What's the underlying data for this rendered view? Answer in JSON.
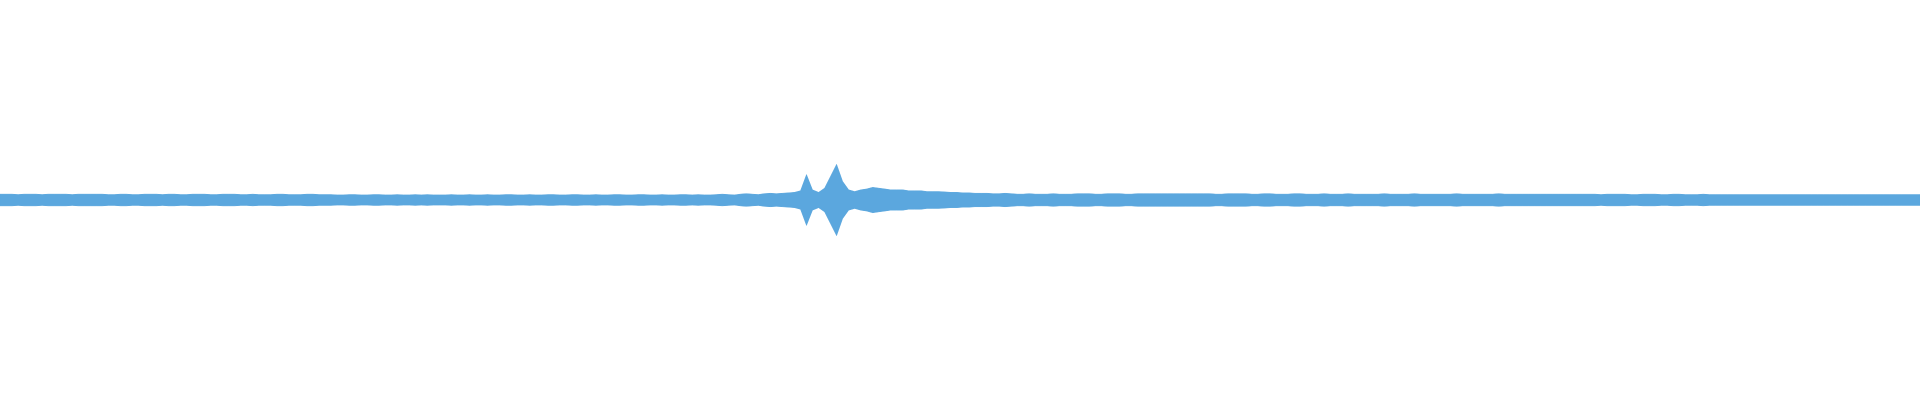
{
  "chart_data": {
    "type": "area",
    "title": "",
    "xlabel": "",
    "ylabel": "",
    "ylim": [
      -1,
      1
    ],
    "grid": false,
    "legend": "none",
    "color": "#5ba7de",
    "background": "#ffffff",
    "series": [
      {
        "envelope": [
          0.07,
          0.07,
          0.07,
          0.065,
          0.07,
          0.07,
          0.07,
          0.065,
          0.07,
          0.07,
          0.07,
          0.07,
          0.065,
          0.07,
          0.07,
          0.07,
          0.07,
          0.07,
          0.065,
          0.065,
          0.07,
          0.07,
          0.065,
          0.065,
          0.07,
          0.07,
          0.07,
          0.065,
          0.07,
          0.07,
          0.065,
          0.065,
          0.07,
          0.07,
          0.07,
          0.065,
          0.065,
          0.07,
          0.07,
          0.07,
          0.065,
          0.065,
          0.07,
          0.065,
          0.065,
          0.065,
          0.07,
          0.07,
          0.065,
          0.065,
          0.065,
          0.07,
          0.07,
          0.065,
          0.065,
          0.065,
          0.06,
          0.06,
          0.065,
          0.065,
          0.06,
          0.06,
          0.065,
          0.065,
          0.06,
          0.06,
          0.065,
          0.06,
          0.06,
          0.065,
          0.06,
          0.065,
          0.06,
          0.06,
          0.06,
          0.065,
          0.06,
          0.06,
          0.065,
          0.06,
          0.06,
          0.065,
          0.06,
          0.06,
          0.065,
          0.065,
          0.06,
          0.06,
          0.065,
          0.06,
          0.06,
          0.065,
          0.065,
          0.06,
          0.06,
          0.065,
          0.065,
          0.06,
          0.06,
          0.065,
          0.06,
          0.06,
          0.065,
          0.065,
          0.06,
          0.06,
          0.065,
          0.065,
          0.06,
          0.06,
          0.065,
          0.06,
          0.06,
          0.065,
          0.065,
          0.06,
          0.065,
          0.06,
          0.06,
          0.065,
          0.07,
          0.065,
          0.06,
          0.07,
          0.075,
          0.07,
          0.065,
          0.075,
          0.08,
          0.075,
          0.08,
          0.085,
          0.09,
          0.11,
          0.3,
          0.12,
          0.09,
          0.14,
          0.28,
          0.42,
          0.22,
          0.12,
          0.1,
          0.12,
          0.13,
          0.15,
          0.14,
          0.13,
          0.12,
          0.12,
          0.12,
          0.11,
          0.11,
          0.11,
          0.1,
          0.1,
          0.1,
          0.095,
          0.09,
          0.09,
          0.085,
          0.085,
          0.08,
          0.08,
          0.08,
          0.075,
          0.075,
          0.08,
          0.075,
          0.07,
          0.07,
          0.075,
          0.07,
          0.07,
          0.07,
          0.075,
          0.07,
          0.07,
          0.07,
          0.075,
          0.075,
          0.075,
          0.07,
          0.07,
          0.075,
          0.075,
          0.075,
          0.07,
          0.07,
          0.075,
          0.075,
          0.075,
          0.075,
          0.075,
          0.075,
          0.075,
          0.075,
          0.075,
          0.075,
          0.075,
          0.075,
          0.075,
          0.07,
          0.07,
          0.075,
          0.075,
          0.075,
          0.075,
          0.07,
          0.07,
          0.075,
          0.075,
          0.07,
          0.07,
          0.07,
          0.075,
          0.075,
          0.07,
          0.07,
          0.07,
          0.075,
          0.07,
          0.07,
          0.07,
          0.075,
          0.07,
          0.07,
          0.07,
          0.07,
          0.07,
          0.075,
          0.07,
          0.07,
          0.07,
          0.07,
          0.075,
          0.07,
          0.07,
          0.07,
          0.07,
          0.07,
          0.07,
          0.075,
          0.07,
          0.07,
          0.07,
          0.07,
          0.07,
          0.07,
          0.075,
          0.07,
          0.07,
          0.07,
          0.07,
          0.07,
          0.07,
          0.07,
          0.07,
          0.07,
          0.07,
          0.07,
          0.07,
          0.07,
          0.07,
          0.07,
          0.07,
          0.065,
          0.07,
          0.07,
          0.07,
          0.07,
          0.065,
          0.065,
          0.07,
          0.07,
          0.07,
          0.065,
          0.065,
          0.07,
          0.07,
          0.065,
          0.065,
          0.065,
          0.07,
          0.065,
          0.065,
          0.065,
          0.065,
          0.065,
          0.065,
          0.065,
          0.065,
          0.065,
          0.065,
          0.065,
          0.065,
          0.065,
          0.065,
          0.065,
          0.065,
          0.065,
          0.065,
          0.065,
          0.065,
          0.065,
          0.065,
          0.065,
          0.065,
          0.065,
          0.065,
          0.065,
          0.065,
          0.065,
          0.065,
          0.065,
          0.065,
          0.065,
          0.065,
          0.065,
          0.065
        ]
      }
    ]
  }
}
